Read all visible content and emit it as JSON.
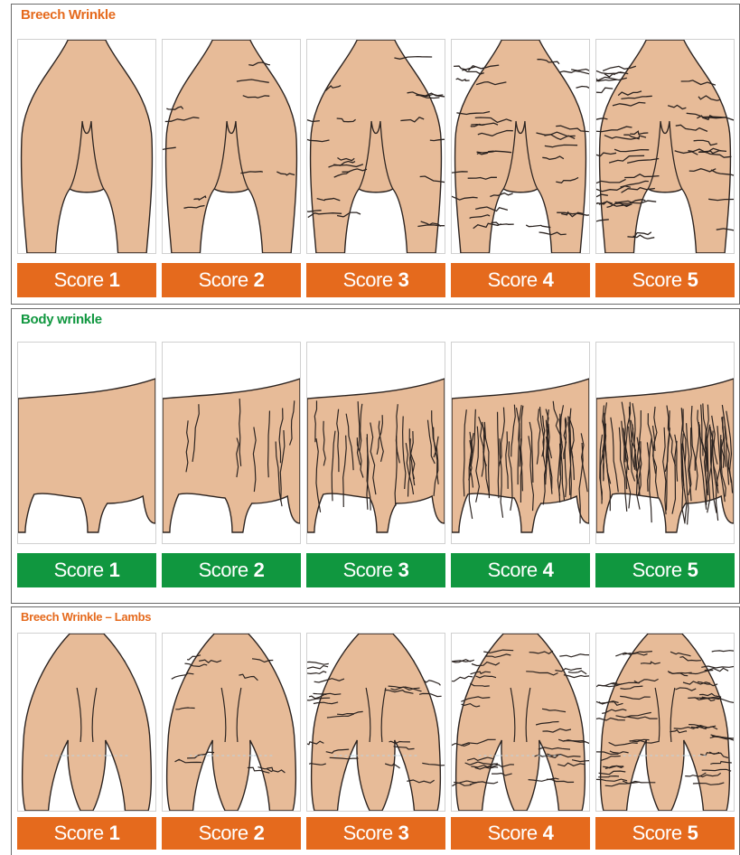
{
  "sections": [
    {
      "title": "Breech Wrinkle",
      "kind": "breech",
      "color": "orange",
      "scores": [
        {
          "prefix": "Score",
          "num": "1"
        },
        {
          "prefix": "Score",
          "num": "2"
        },
        {
          "prefix": "Score",
          "num": "3"
        },
        {
          "prefix": "Score",
          "num": "4"
        },
        {
          "prefix": "Score",
          "num": "5"
        }
      ]
    },
    {
      "title": "Body wrinkle",
      "kind": "body",
      "color": "green",
      "scores": [
        {
          "prefix": "Score",
          "num": "1"
        },
        {
          "prefix": "Score",
          "num": "2"
        },
        {
          "prefix": "Score",
          "num": "3"
        },
        {
          "prefix": "Score",
          "num": "4"
        },
        {
          "prefix": "Score",
          "num": "5"
        }
      ]
    },
    {
      "title": "Breech Wrinkle – Lambs",
      "kind": "lamb",
      "color": "orange",
      "scores": [
        {
          "prefix": "Score",
          "num": "1"
        },
        {
          "prefix": "Score",
          "num": "2"
        },
        {
          "prefix": "Score",
          "num": "3"
        },
        {
          "prefix": "Score",
          "num": "4"
        },
        {
          "prefix": "Score",
          "num": "5"
        }
      ]
    }
  ],
  "colors": {
    "orange": "#e56a1d",
    "green": "#10973f",
    "skin": "#e7bb98",
    "outline": "#2b2320"
  },
  "wrinkle_levels": [
    1,
    2,
    3,
    4,
    5
  ]
}
